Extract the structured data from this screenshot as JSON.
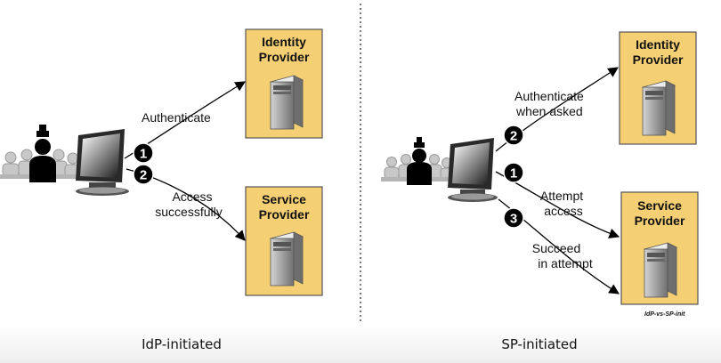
{
  "left_panel": {
    "caption": "IdP-initiated",
    "idp_box": {
      "line1": "Identity",
      "line2": "Provider"
    },
    "sp_box": {
      "line1": "Service",
      "line2": "Provider"
    },
    "steps": [
      {
        "num": "1",
        "label_lines": [
          "Authenticate"
        ]
      },
      {
        "num": "2",
        "label_lines": [
          "Access",
          "successfully"
        ]
      }
    ]
  },
  "right_panel": {
    "caption": "SP-initiated",
    "idp_box": {
      "line1": "Identity",
      "line2": "Provider"
    },
    "sp_box": {
      "line1": "Service",
      "line2": "Provider"
    },
    "steps": [
      {
        "num": "1",
        "label_lines": [
          "Attempt",
          "access"
        ]
      },
      {
        "num": "2",
        "label_lines": [
          "Authenticate",
          "when asked"
        ]
      },
      {
        "num": "3",
        "label_lines": [
          "Succeed",
          "in attempt"
        ]
      }
    ]
  },
  "figure_tag": "IdP-vs-SP-init",
  "colors": {
    "box_fill": "#f5cf73",
    "box_border": "#555555",
    "badge": "#000000",
    "divider": "#333333"
  }
}
